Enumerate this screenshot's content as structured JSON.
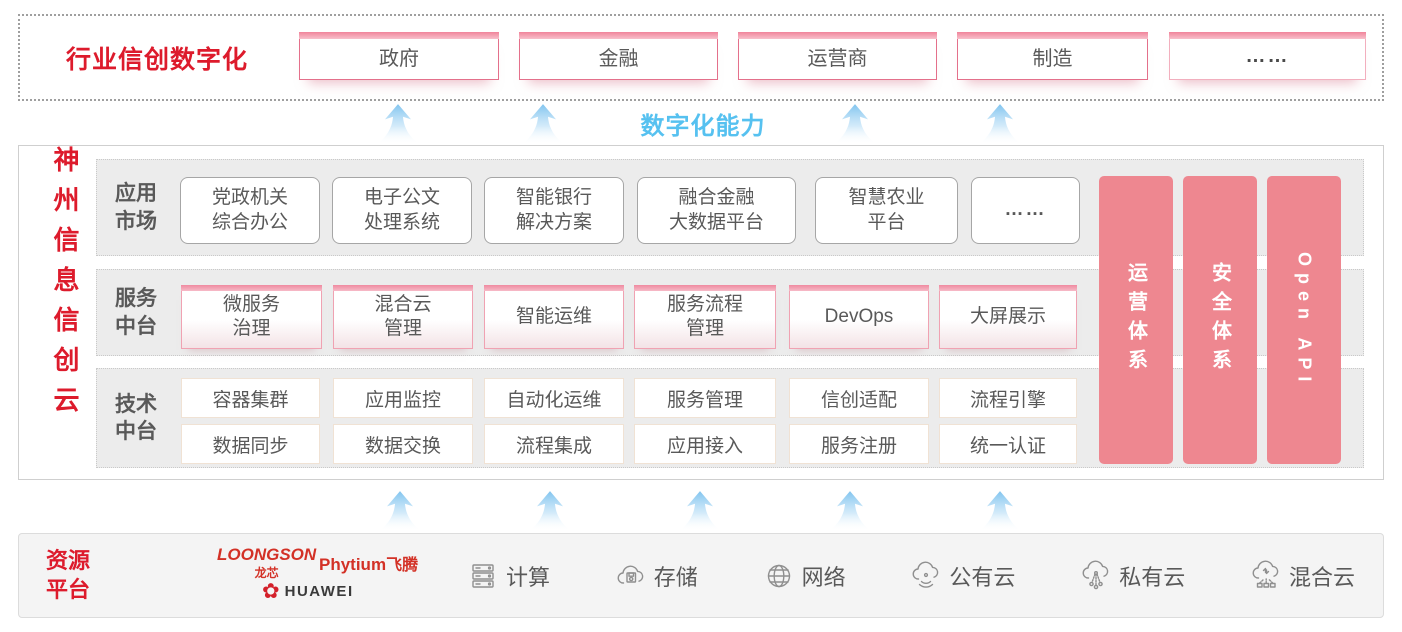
{
  "colors": {
    "brand_red": "#dd1b2c",
    "pillar_pink": "#ee8790",
    "capability_blue": "#56c1f0",
    "industry_box_border": "#e4708b",
    "panel_gray": "#ececec",
    "text_gray": "#595959"
  },
  "top_band": {
    "title": "行业信创数字化",
    "industries": [
      "政府",
      "金融",
      "运营商",
      "制造",
      "……"
    ]
  },
  "capability_label": "数字化能力",
  "main": {
    "vertical_title": "神州信息信创云",
    "rows": [
      {
        "label": "应用\n市场",
        "items": [
          "党政机关\n综合办公",
          "电子公文\n处理系统",
          "智能银行\n解决方案",
          "融合金融\n大数据平台",
          "智慧农业\n平台",
          "……"
        ]
      },
      {
        "label": "服务\n中台",
        "items": [
          "微服务\n治理",
          "混合云\n管理",
          "智能运维",
          "服务流程\n管理",
          "DevOps",
          "大屏展示"
        ]
      },
      {
        "label": "技术\n中台",
        "items_top": [
          "容器集群",
          "应用监控",
          "自动化运维",
          "服务管理",
          "信创适配",
          "流程引擎"
        ],
        "items_bottom": [
          "数据同步",
          "数据交换",
          "流程集成",
          "应用接入",
          "服务注册",
          "统一认证"
        ]
      }
    ],
    "pillars": [
      "运营体系",
      "安全体系",
      "Open API"
    ]
  },
  "resources": {
    "title": "资源\n平台",
    "logos": {
      "loongson": "LOONGSON",
      "loongson_cn": "龙芯",
      "phytium": "Phytium",
      "phytium_cn": "飞腾",
      "huawei": "HUAWEI"
    },
    "items": [
      "计算",
      "存储",
      "网络",
      "公有云",
      "私有云",
      "混合云"
    ]
  }
}
